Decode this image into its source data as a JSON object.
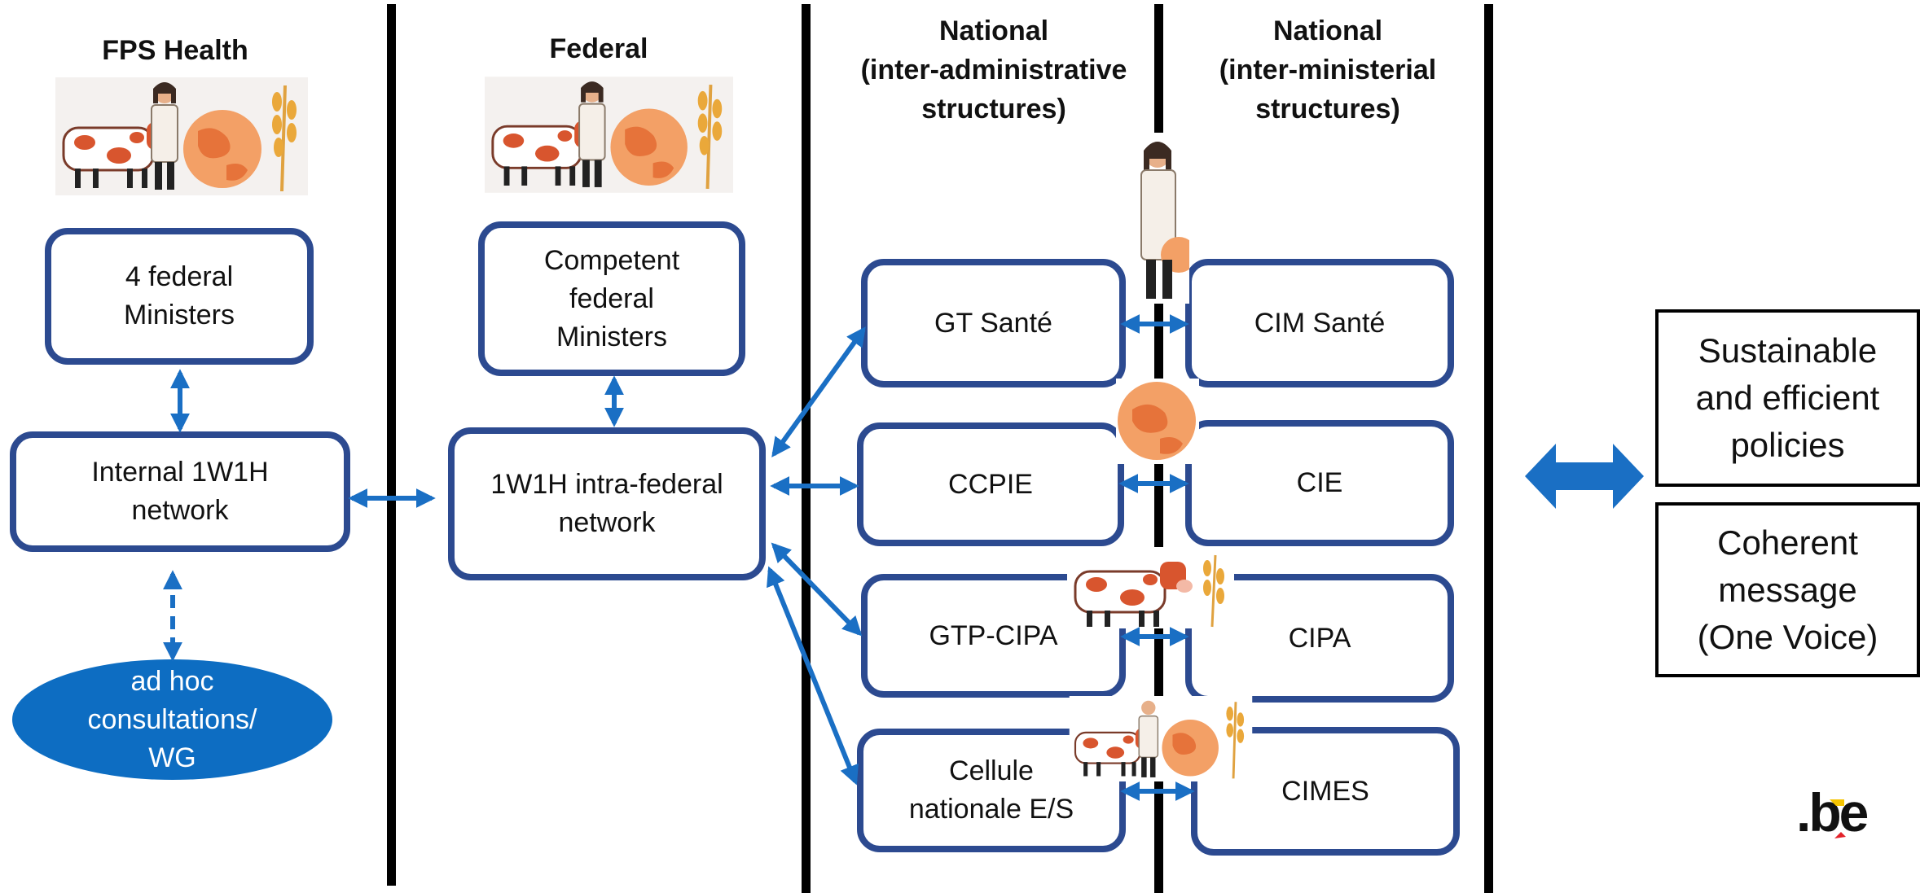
{
  "columns": {
    "fps": {
      "title": "FPS Health"
    },
    "federal": {
      "title": "Federal"
    },
    "nat_admin": {
      "title": "National\n(inter-administrative\nstructures)"
    },
    "nat_min": {
      "title": "National\n(inter-ministerial\nstructures)"
    }
  },
  "fps": {
    "ministers": "4 federal\nMinisters",
    "network": "Internal 1W1H\nnetwork",
    "adhoc": "ad hoc\nconsultations/\nWG"
  },
  "federal": {
    "ministers": "Competent\nfederal\nMinisters",
    "network": "1W1H intra-federal\nnetwork"
  },
  "nat_admin": {
    "items": [
      "GT  Santé",
      "CCPIE",
      "GTP-CIPA",
      "Cellule\nnationale E/S"
    ]
  },
  "nat_min": {
    "items": [
      "CIM Santé",
      "CIE",
      "CIPA",
      "CIMES"
    ]
  },
  "outcomes": {
    "policies": "Sustainable\nand efficient\npolicies",
    "message": "Coherent\nmessage\n(One Voice)"
  },
  "logo": {
    "text": ".be"
  },
  "colors": {
    "box_border": "#2c4a90",
    "arrow": "#1a6fc4",
    "ellipse_fill": "#0d6dc2",
    "divider": "#000000",
    "logo_accent": "#f5c400"
  },
  "icons": [
    "cow-icon",
    "doctor-icon",
    "globe-icon",
    "wheat-icon"
  ]
}
